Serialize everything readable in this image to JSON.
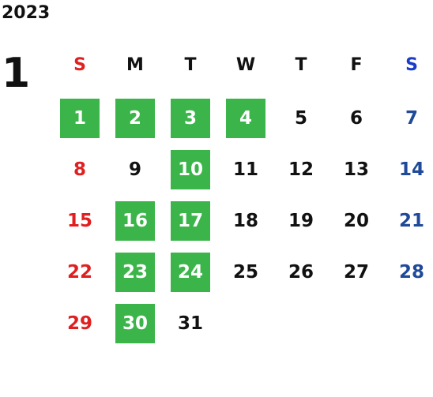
{
  "year": "2023",
  "month": "1",
  "colors": {
    "sunday": "#e02020",
    "saturday_header": "#1a3dc8",
    "saturday": "#1f4a9a",
    "weekday": "#111111",
    "highlight_bg": "#3bb54a",
    "highlight_text": "#ffffff"
  },
  "weekdays": [
    "S",
    "M",
    "T",
    "W",
    "T",
    "F",
    "S"
  ],
  "weeks": [
    [
      {
        "day": "1",
        "highlight": true
      },
      {
        "day": "2",
        "highlight": true
      },
      {
        "day": "3",
        "highlight": true
      },
      {
        "day": "4",
        "highlight": true
      },
      {
        "day": "5",
        "highlight": false
      },
      {
        "day": "6",
        "highlight": false
      },
      {
        "day": "7",
        "highlight": false
      }
    ],
    [
      {
        "day": "8",
        "highlight": false
      },
      {
        "day": "9",
        "highlight": false
      },
      {
        "day": "10",
        "highlight": true
      },
      {
        "day": "11",
        "highlight": false
      },
      {
        "day": "12",
        "highlight": false
      },
      {
        "day": "13",
        "highlight": false
      },
      {
        "day": "14",
        "highlight": false
      }
    ],
    [
      {
        "day": "15",
        "highlight": false
      },
      {
        "day": "16",
        "highlight": true
      },
      {
        "day": "17",
        "highlight": true
      },
      {
        "day": "18",
        "highlight": false
      },
      {
        "day": "19",
        "highlight": false
      },
      {
        "day": "20",
        "highlight": false
      },
      {
        "day": "21",
        "highlight": false
      }
    ],
    [
      {
        "day": "22",
        "highlight": false
      },
      {
        "day": "23",
        "highlight": true
      },
      {
        "day": "24",
        "highlight": true
      },
      {
        "day": "25",
        "highlight": false
      },
      {
        "day": "26",
        "highlight": false
      },
      {
        "day": "27",
        "highlight": false
      },
      {
        "day": "28",
        "highlight": false
      }
    ],
    [
      {
        "day": "29",
        "highlight": false
      },
      {
        "day": "30",
        "highlight": true
      },
      {
        "day": "31",
        "highlight": false
      }
    ]
  ]
}
